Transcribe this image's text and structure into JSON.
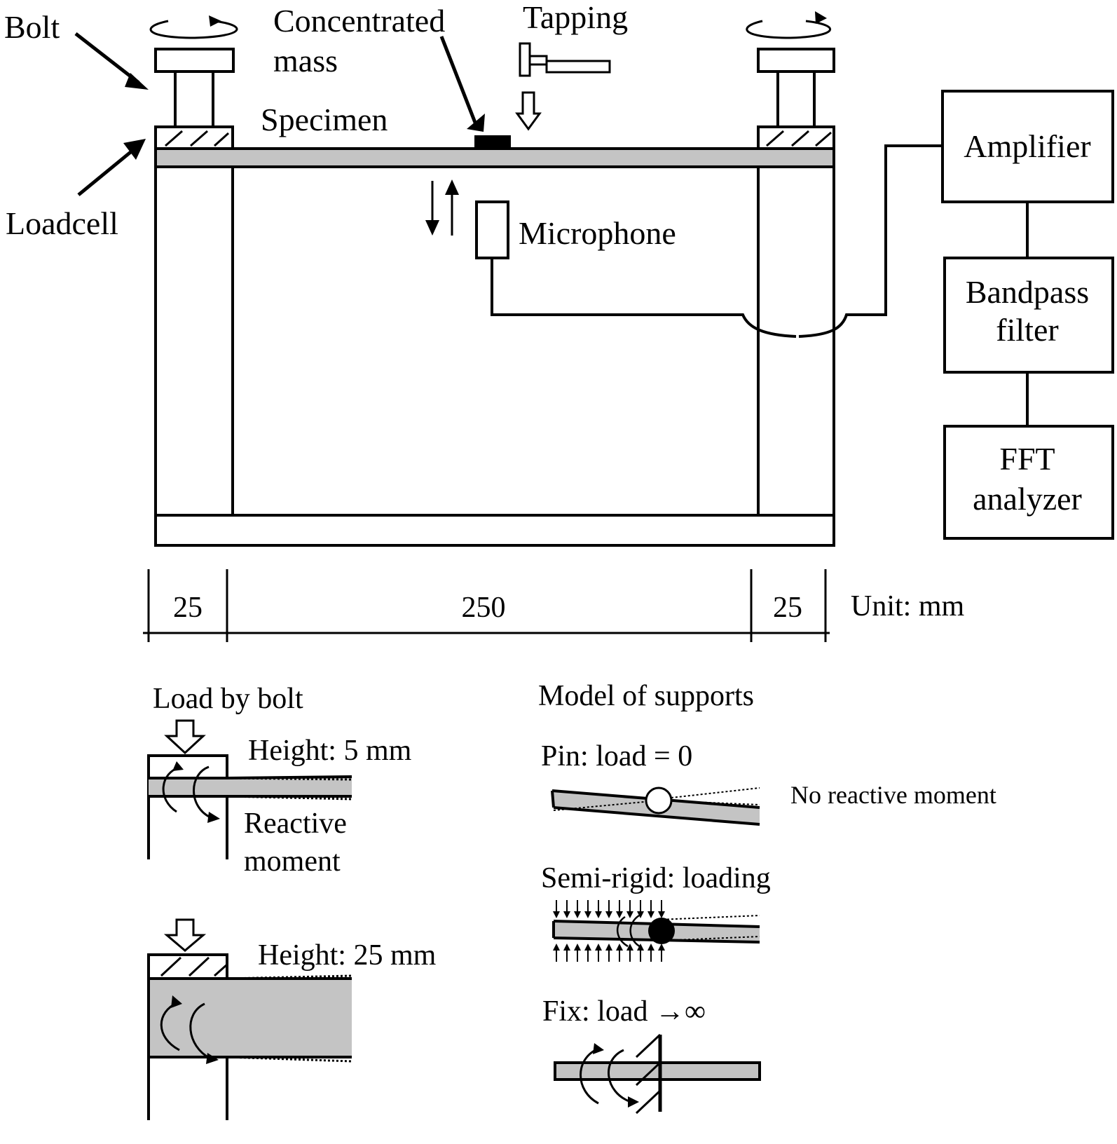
{
  "labels": {
    "bolt": "Bolt",
    "concentrated_mass_line1": "Concentrated",
    "concentrated_mass_line2": "mass",
    "tapping": "Tapping",
    "specimen": "Specimen",
    "loadcell": "Loadcell",
    "microphone": "Microphone",
    "amplifier": "Amplifier",
    "bandpass_line1": "Bandpass",
    "bandpass_line2": "filter",
    "fft_line1": "FFT",
    "fft_line2": "analyzer"
  },
  "dimensions": {
    "left": "25",
    "middle": "250",
    "right": "25",
    "unit": "Unit: mm"
  },
  "load_by_bolt": {
    "title": "Load by bolt",
    "height_5": "Height: 5 mm",
    "reactive_line1": "Reactive",
    "reactive_line2": "moment",
    "height_25": "Height: 25 mm"
  },
  "model_of_supports": {
    "title": "Model of supports",
    "pin": "Pin: load = 0",
    "no_reactive": "No reactive moment",
    "semi_rigid": "Semi-rigid: loading",
    "fix": "Fix: load →∞"
  },
  "colors": {
    "specimen_fill": "#c4c4c4",
    "line": "#000000",
    "background": "#ffffff"
  }
}
